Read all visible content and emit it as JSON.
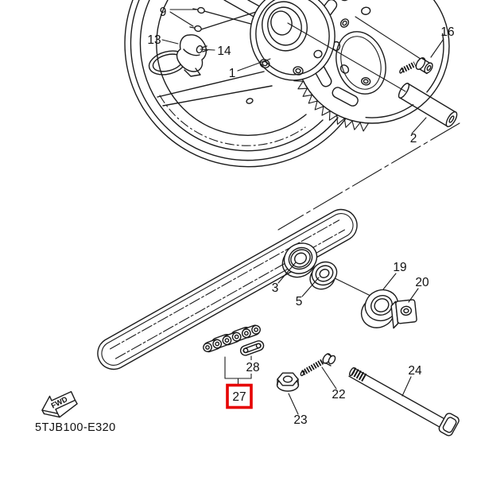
{
  "diagram": {
    "figure_code": "5TJB100-E320",
    "fwd_label": "FWD",
    "highlighted_part": "27",
    "highlight_color": "#e60000",
    "line_color": "#1b1b1b",
    "parts": [
      {
        "number": "9"
      },
      {
        "number": "13"
      },
      {
        "number": "14"
      },
      {
        "number": "1"
      },
      {
        "number": "16"
      },
      {
        "number": "2"
      },
      {
        "number": "3"
      },
      {
        "number": "5"
      },
      {
        "number": "19"
      },
      {
        "number": "20"
      },
      {
        "number": "28"
      },
      {
        "number": "27"
      },
      {
        "number": "22"
      },
      {
        "number": "23"
      },
      {
        "number": "24"
      }
    ]
  }
}
